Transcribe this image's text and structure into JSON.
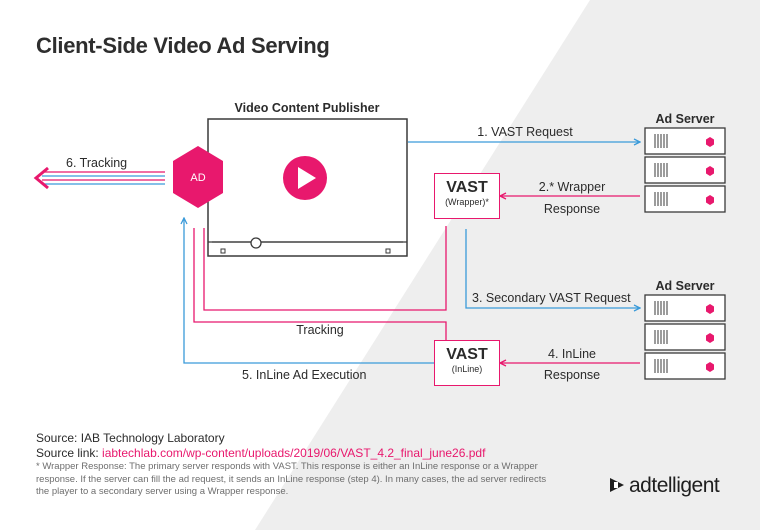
{
  "title": "Client-Side Video Ad Serving",
  "publisher": {
    "label": "Video Content Publisher",
    "ad_label": "AD"
  },
  "ad_server_top": "Ad Server",
  "ad_server_bottom": "Ad Server",
  "vast_wrapper": {
    "title": "VAST",
    "subtitle": "(Wrapper)*"
  },
  "vast_inline": {
    "title": "VAST",
    "subtitle": "(InLine)"
  },
  "steps": {
    "s1": "1. VAST Request",
    "s2_line1": "2.* Wrapper",
    "s2_line2": "Response",
    "s3": "3. Secondary VAST Request",
    "s4_line1": "4. InLine",
    "s4_line2": "Response",
    "s5": "5. InLine Ad Execution",
    "s6": "6. Tracking",
    "tracking": "Tracking"
  },
  "source": {
    "label": "Source: ",
    "value": "IAB Technology Laboratory",
    "link_label": "Source link: ",
    "link": "iabtechlab.com/wp-content/uploads/2019/06/VAST_4.2_final_june26.pdf"
  },
  "footnote": "* Wrapper Response: The primary server responds with VAST. This response is either an InLine response or a Wrapper response. If the server can fill the ad request, it sends an InLine response (step 4). In many cases, the ad server redirects the player to a secondary server using a Wrapper response.",
  "brand": "adtelligent",
  "colors": {
    "pink": "#e8186d",
    "blue": "#3a9ad9",
    "background_wedge": "#eeeeee",
    "text": "#2b2b2b"
  }
}
